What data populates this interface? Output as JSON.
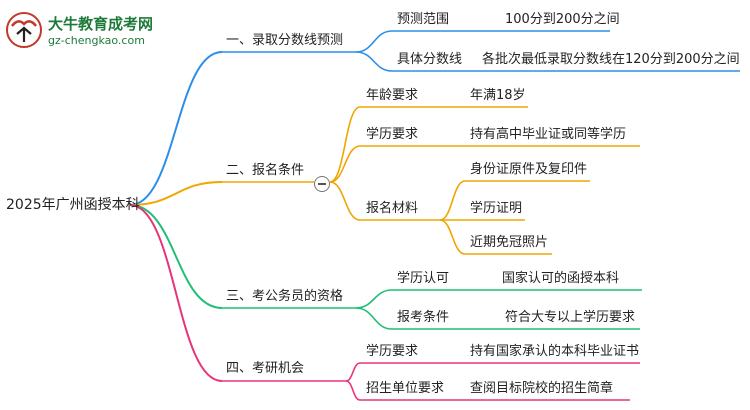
{
  "logo": {
    "title": "大牛教育成考网",
    "url": "gz-chengkao.com"
  },
  "root": "2025年广州函授本科",
  "colors": {
    "branch1": "#2b8ee8",
    "branch2": "#f0a500",
    "branch3": "#1fbf74",
    "branch4": "#e8347a",
    "logo_green": "#1f7a3a"
  },
  "branches": [
    {
      "label": "一、录取分数线预测",
      "children": [
        {
          "label": "预测范围",
          "leaves": [
            "100分到200分之间"
          ]
        },
        {
          "label": "具体分数线",
          "leaves": [
            "各批次最低录取分数线在120分到200分之间"
          ]
        }
      ]
    },
    {
      "label": "二、报名条件",
      "children": [
        {
          "label": "年龄要求",
          "leaves": [
            "年满18岁"
          ]
        },
        {
          "label": "学历要求",
          "leaves": [
            "持有高中毕业证或同等学历"
          ]
        },
        {
          "label": "报名材料",
          "leaves": [
            "身份证原件及复印件",
            "学历证明",
            "近期免冠照片"
          ]
        }
      ]
    },
    {
      "label": "三、考公务员的资格",
      "children": [
        {
          "label": "学历认可",
          "leaves": [
            "国家认可的函授本科"
          ]
        },
        {
          "label": "报考条件",
          "leaves": [
            "符合大专以上学历要求"
          ]
        }
      ]
    },
    {
      "label": "四、考研机会",
      "children": [
        {
          "label": "学历要求",
          "leaves": [
            "持有国家承认的本科毕业证书"
          ]
        },
        {
          "label": "招生单位要求",
          "leaves": [
            "查阅目标院校的招生简章"
          ]
        }
      ]
    }
  ]
}
